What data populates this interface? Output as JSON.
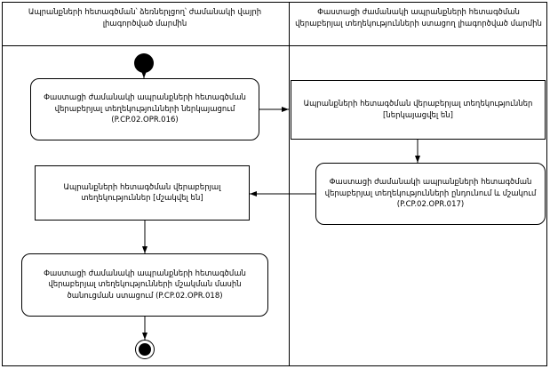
{
  "lanes": {
    "left_title": "Ապրանքների հետագծման՝ ձեռներլցող՝ ժամանակի վայրի լիագործված մարմին",
    "right_title": "Փաստացի ժամանակի ապրանքների հետագծման վերաբերյալ տեղեկությունների ստացող լիագործված մարմին"
  },
  "nodes": {
    "start": "start-circle",
    "end": "end-circle",
    "n1": "Փաստացի ժամանակի ապրանքների հետագծման վերաբերյալ տեղեկությունների ներկայացում (P.CP.02.OPR.016)",
    "n2": "Ապրանքների հետագծման վերաբերյալ տեղեկություններ [ներկայացվել են]",
    "n3": "Փաստացի ժամանակի ապրանքների հետագծման վերաբերյալ տեղեկությունների ընդունում և մշակում (P.CP.02.OPR.017)",
    "n4": "Ապրանքների հետագծման վերաբերյալ տեղեկություններ [մշակվել են]",
    "n5": "Փաստացի ժամանակի ապրանքների հետագծման վերաբերյալ տեղեկությունների մշակման մասին ծանուցման ստացում (P.CP.02.OPR.018)"
  },
  "colors": {
    "stroke": "#000000",
    "fill": "#ffffff"
  }
}
